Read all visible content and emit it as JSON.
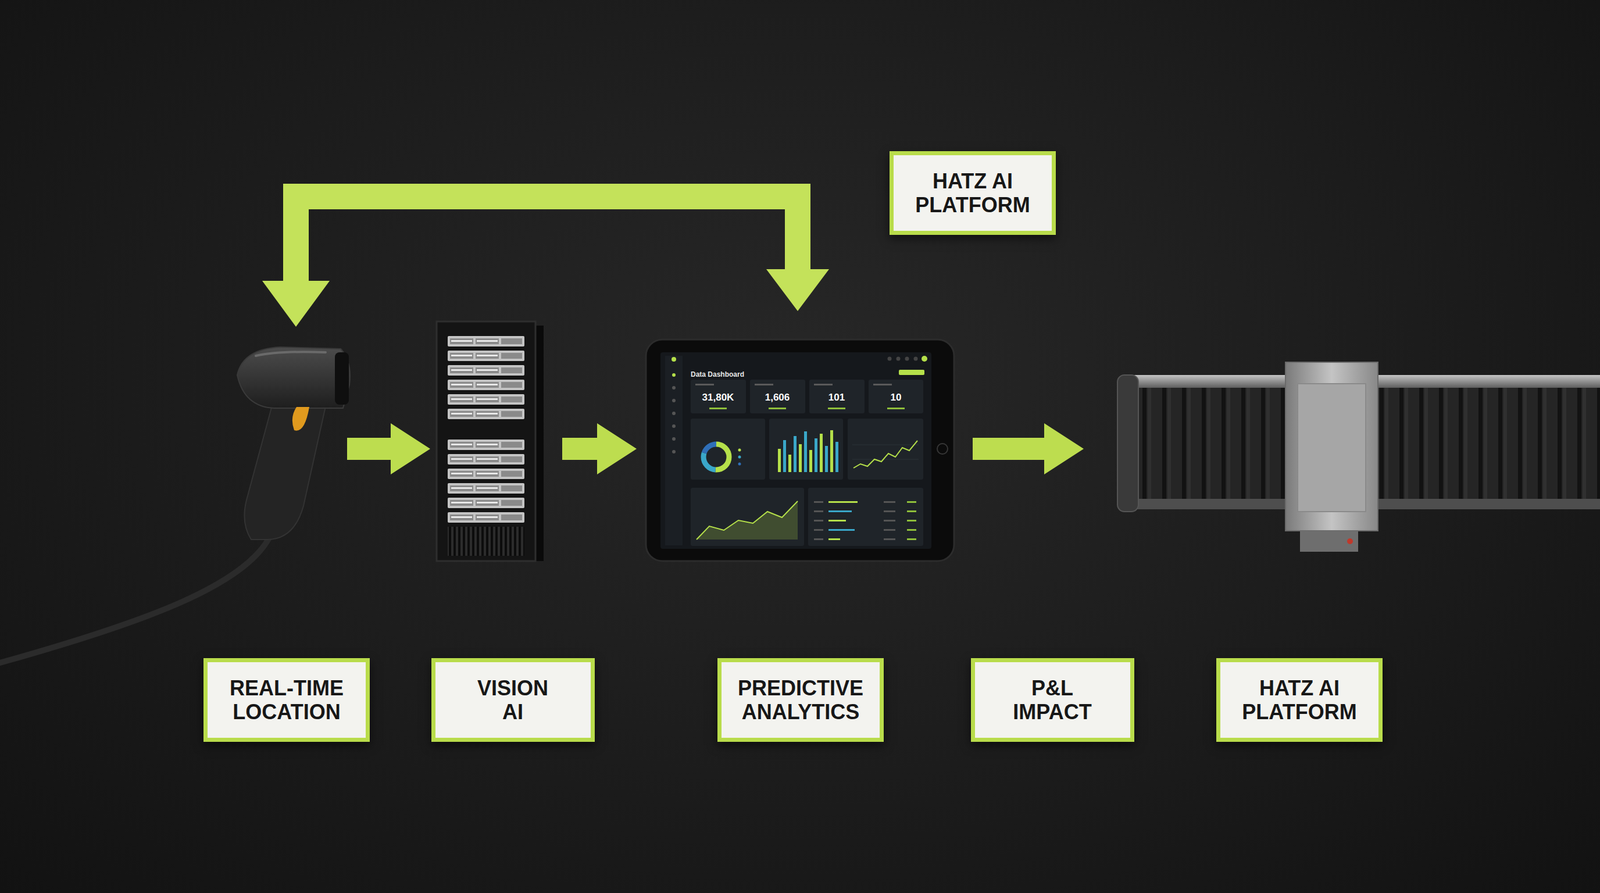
{
  "diagram": {
    "nodes": [
      {
        "text": [
          "HATZ AI PLATFORM"
        ]
      },
      {
        "text": [
          "REAL-TIME LOCATION"
        ]
      },
      {
        "text": [
          "VISION AI"
        ]
      },
      {
        "text": [
          "PREDICTIVE ANALYTICS"
        ]
      },
      {
        "text": [
          "P&L IMPACT"
        ]
      },
      {
        "text": [
          "HATZ AI PLATFORM"
        ]
      }
    ],
    "labels": [
      "Data Dashboard",
      "31,80K",
      "1,606",
      "101",
      "10"
    ]
  }
}
